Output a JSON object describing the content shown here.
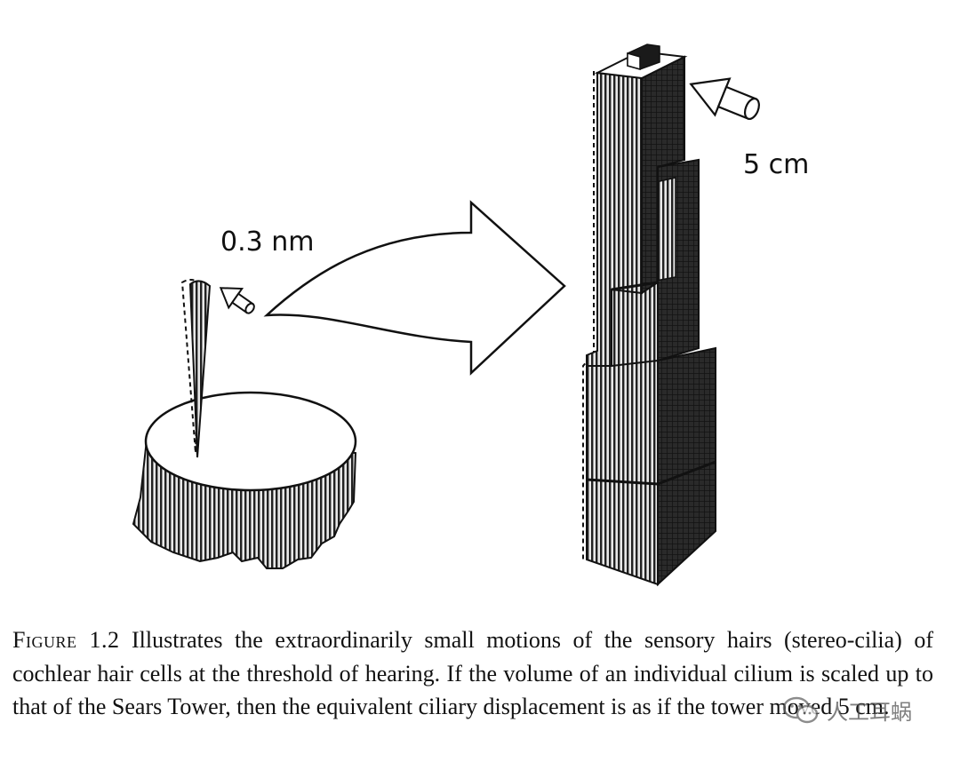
{
  "figure": {
    "label_small": "0.3 nm",
    "label_large": "5 cm"
  },
  "caption": {
    "label": "Figure 1.2",
    "text": " Illustrates the extraordinarily small motions of the sensory hairs (stereo-cilia) of cochlear hair cells at the threshold of hearing. If the volume of an individual cilium is scaled up to that of the Sears Tower, then the equivalent ciliary displacement is as if the tower moved 5 cm."
  },
  "watermark": {
    "text": "人工耳蜗",
    "icon": "wechat-icon"
  }
}
